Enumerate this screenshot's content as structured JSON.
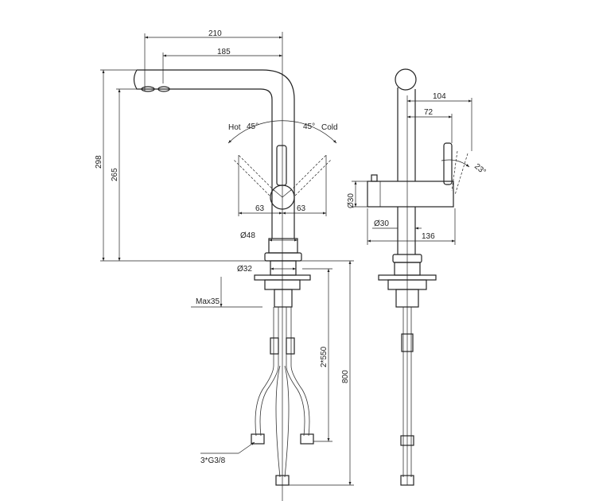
{
  "front_view": {
    "dims": {
      "spout_reach_outer": "210",
      "spout_reach_inner": "185",
      "total_height": "298",
      "spout_height": "265",
      "hot_label": "Hot",
      "hot_angle": "45°",
      "cold_angle": "45°",
      "cold_label": "Cold",
      "handle_left": "63",
      "handle_right": "63",
      "body_diameter": "Ø48",
      "shank_diameter": "Ø32",
      "max_thickness": "Max35",
      "hose_length": "2*550",
      "total_hose_length": "800",
      "connection": "3*G3/8"
    }
  },
  "side_view": {
    "dims": {
      "handle_reach_outer": "104",
      "handle_reach_inner": "72",
      "tilt_angle": "23°",
      "body_height_diameter": "Ø30",
      "column_diameter": "Ø30",
      "body_width": "136"
    }
  }
}
